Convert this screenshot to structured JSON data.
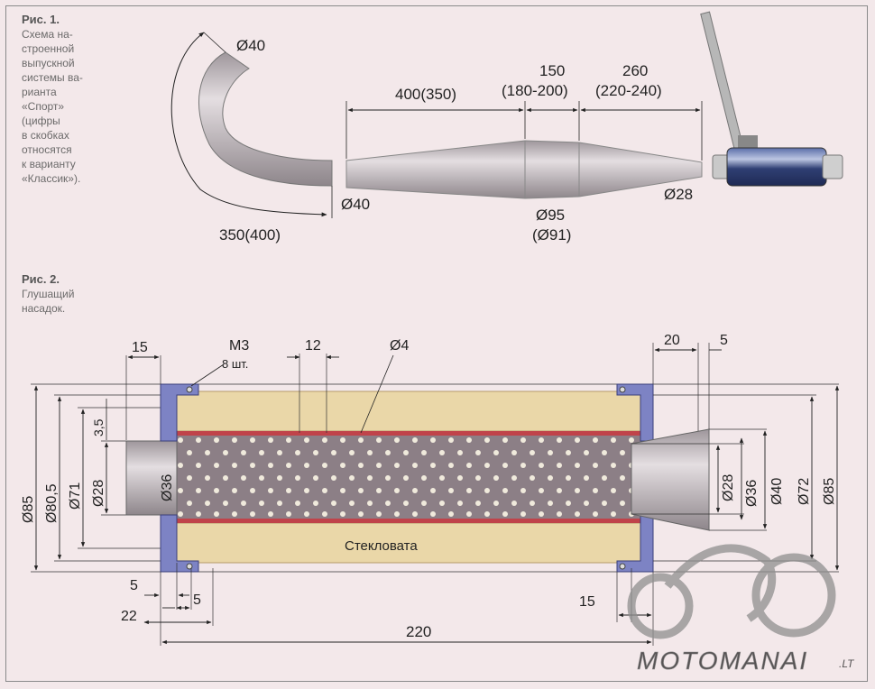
{
  "fig1": {
    "title": "Рис. 1.",
    "caption_lines": [
      "Схема на-",
      "строенной",
      "выпускной",
      "системы ва-",
      "рианта",
      "«Спорт»",
      "(цифры",
      "в скобках",
      "относятся",
      "к варианту",
      "«Классик»)."
    ],
    "dims": {
      "bend_diameter": "Ø40",
      "bend_length": "350(400)",
      "cone1_length": "400(350)",
      "mid_length_a": "150",
      "mid_length_b": "(180-200)",
      "cone2_length_a": "260",
      "cone2_length_b": "(220-240)",
      "inlet_diameter": "Ø40",
      "max_diameter_a": "Ø95",
      "max_diameter_b": "(Ø91)",
      "outlet_diameter": "Ø28"
    }
  },
  "fig2": {
    "title": "Рис. 2.",
    "caption_lines": [
      "Глушащий",
      "насадок."
    ],
    "fill_label": "Стекловата",
    "dims": {
      "d85_left": "Ø85",
      "d80_5": "Ø80,5",
      "d71": "Ø71",
      "d28_left": "Ø28",
      "d36_left": "Ø36",
      "d3_5": "3,5",
      "w15_top": "15",
      "m3": "M3",
      "m3_count": "8 шт.",
      "pitch12": "12",
      "hole_d4": "Ø4",
      "w20": "20",
      "w5_top": "5",
      "d28_right": "Ø28",
      "d36_right": "Ø36",
      "d40_right": "Ø40",
      "d72": "Ø72",
      "d85_right": "Ø85",
      "w5_a": "5",
      "w5_b": "5",
      "w22": "22",
      "w15_bottom": "15",
      "total220": "220"
    }
  },
  "watermark": {
    "text": "MOTOMANAI",
    "suffix": ".LT"
  },
  "colors": {
    "background": "#f3e8ea",
    "flange": "#7d83c4",
    "wool": "#ead7a8",
    "pipe": "#b8b0b5",
    "holes": "#f0eadc",
    "red_band": "#c0434a"
  }
}
